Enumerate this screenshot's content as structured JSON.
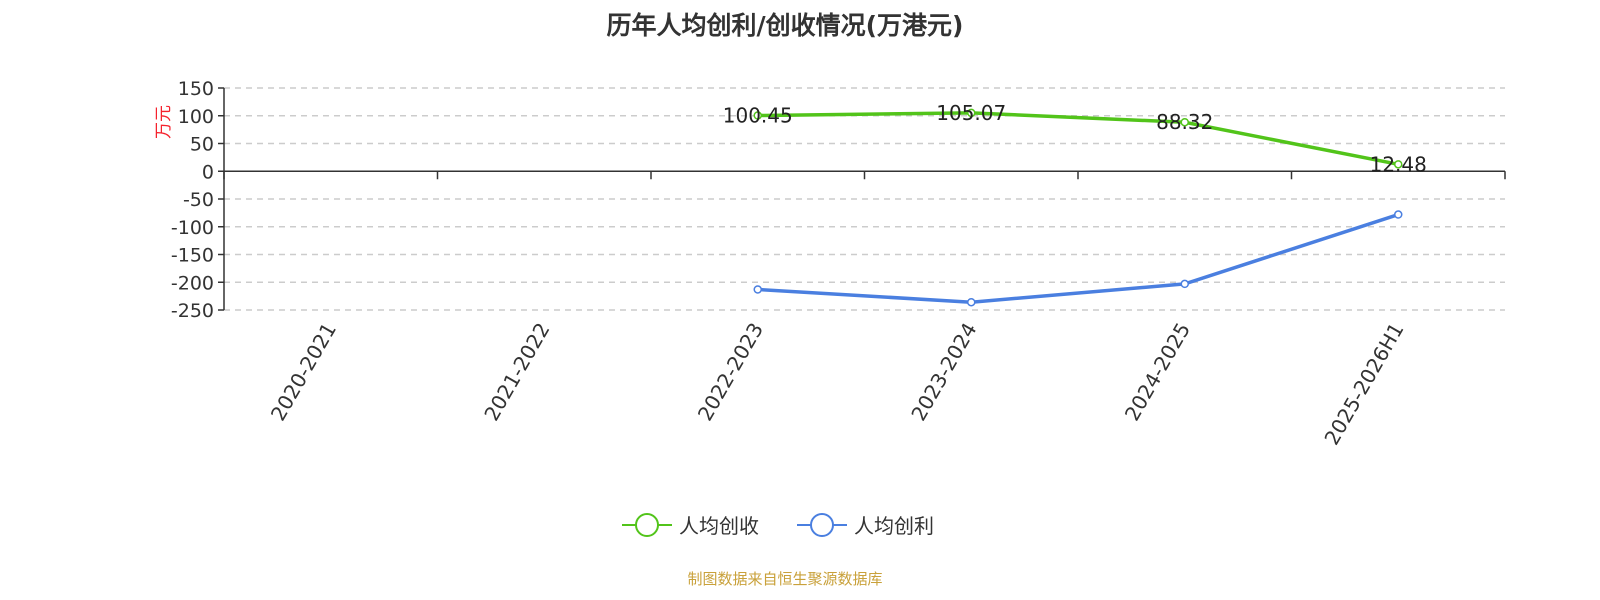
{
  "chart_data": {
    "type": "line",
    "title": "历年人均创利/创收情况(万港元)",
    "ylabel": "万元",
    "xlabel": "",
    "categories": [
      "2020-2021",
      "2021-2022",
      "2022-2023",
      "2023-2024",
      "2024-2025",
      "2025-2026H1"
    ],
    "ylim": [
      -250,
      150
    ],
    "yticks": [
      150,
      100,
      50,
      0,
      -50,
      -100,
      -150,
      -200,
      -250
    ],
    "grid": true,
    "legend_position": "bottom",
    "series": [
      {
        "name": "人均创收",
        "color": "#52c41a",
        "values": [
          null,
          null,
          100.45,
          105.07,
          88.32,
          12.48
        ],
        "labels": [
          "",
          "",
          "100.45",
          "105.07",
          "88.32",
          "12.48"
        ]
      },
      {
        "name": "人均创利",
        "color": "#4a7fe0",
        "values": [
          null,
          null,
          -213,
          -236,
          -203,
          -78
        ],
        "labels": null
      }
    ]
  },
  "footer": "制图数据来自恒生聚源数据库"
}
